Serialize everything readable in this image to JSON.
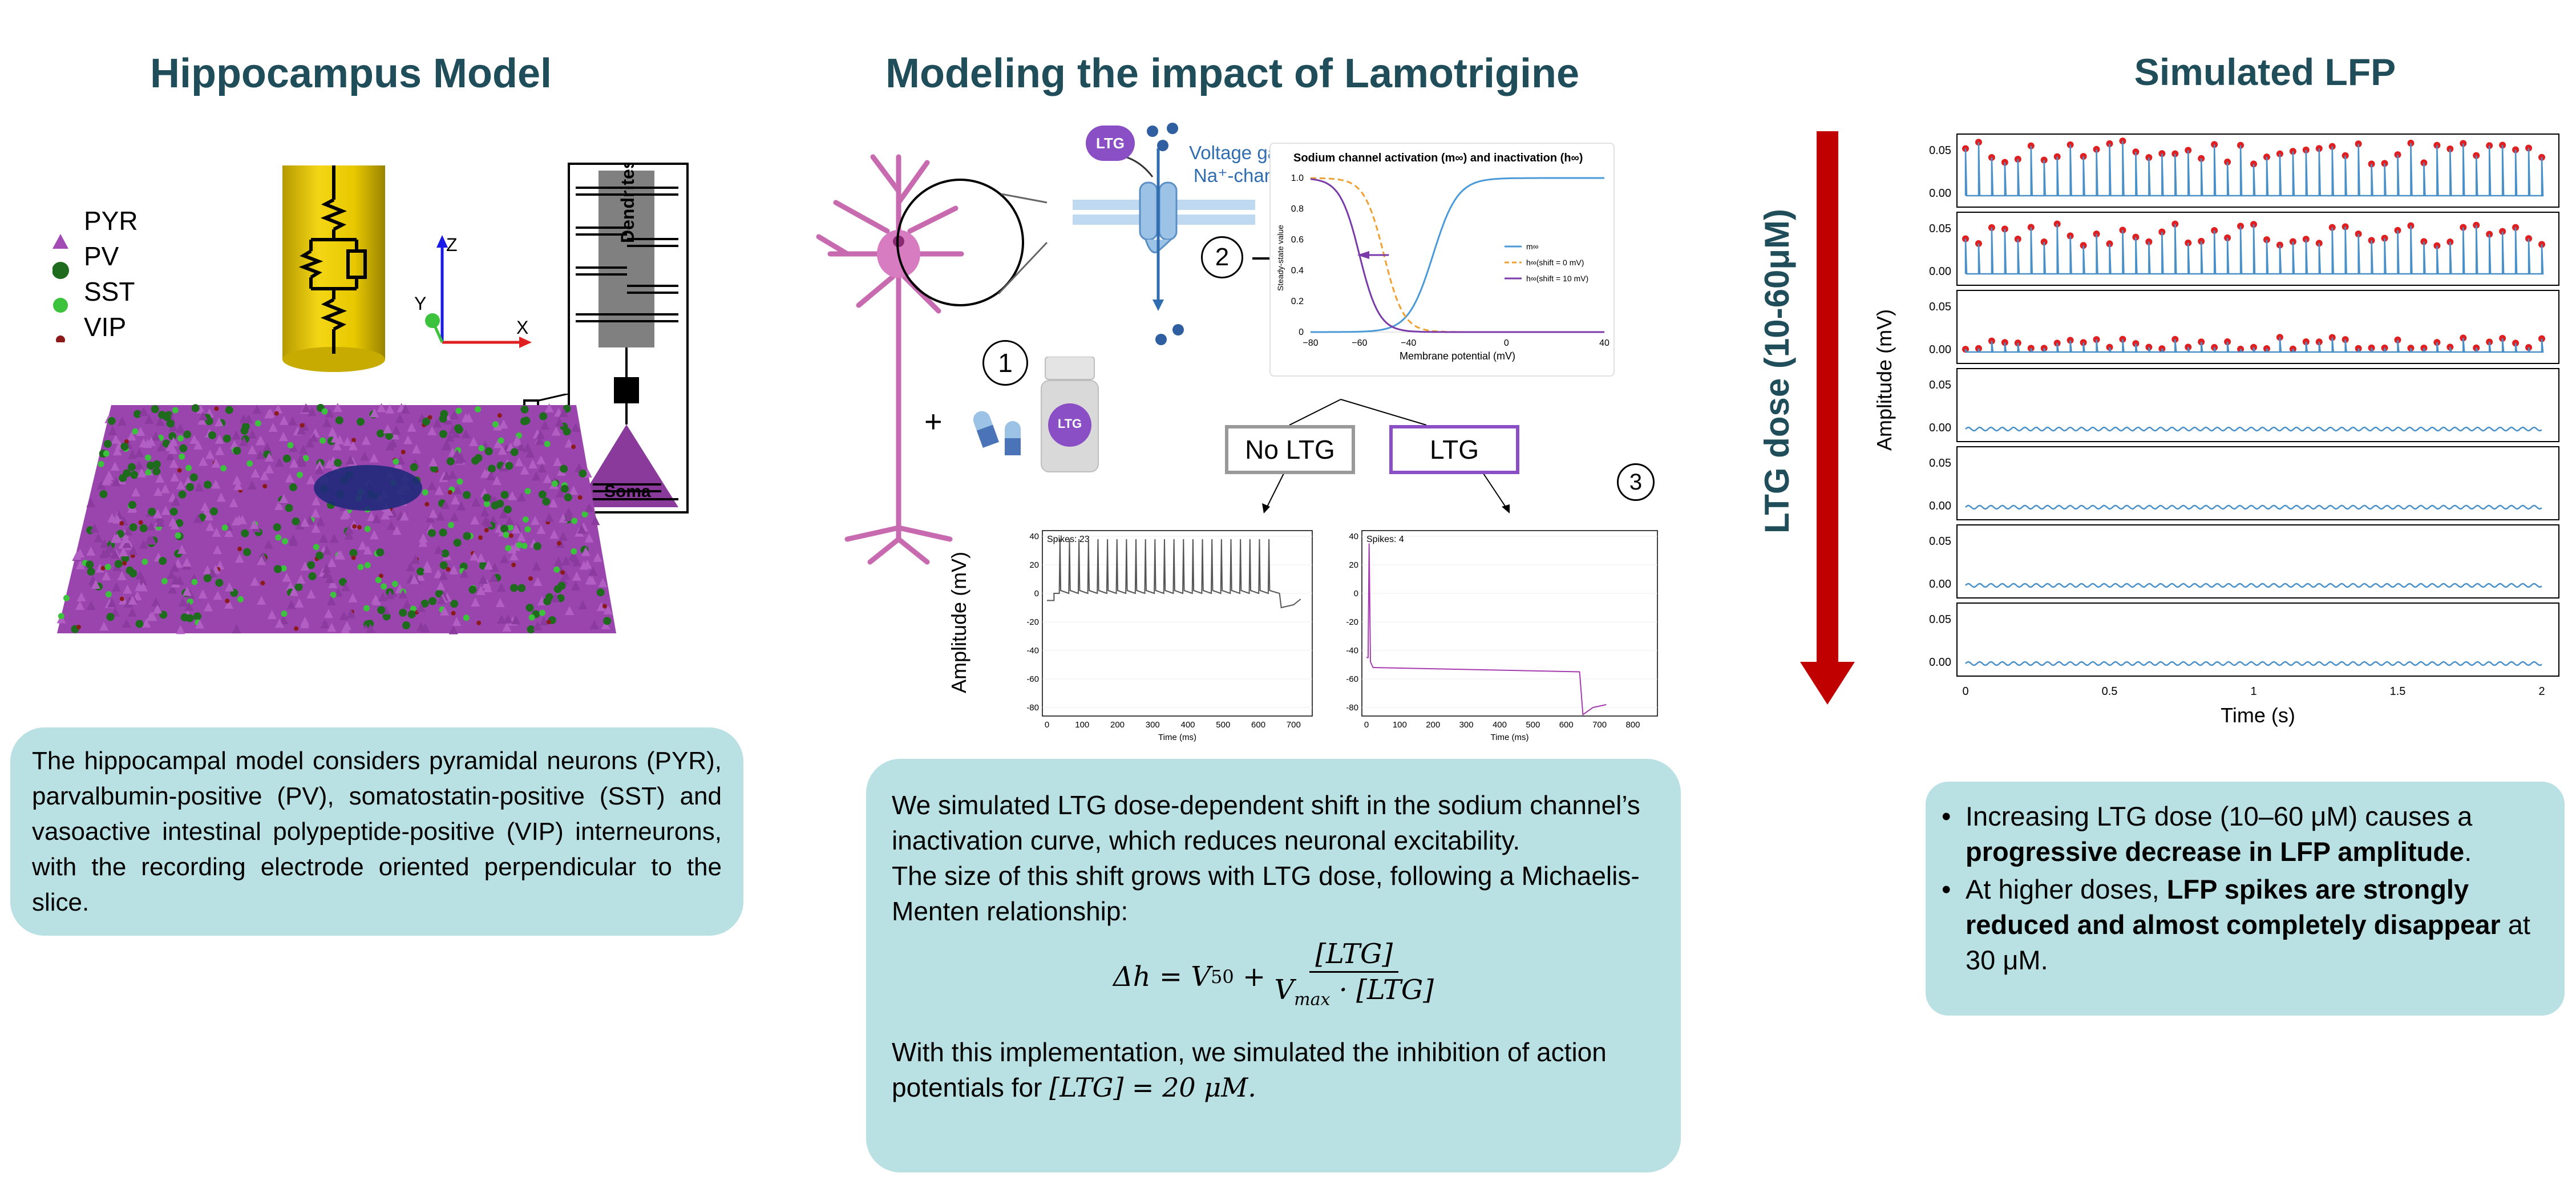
{
  "titles": {
    "left": "Hippocampus Model",
    "middle": "Modeling the impact of Lamotrigine",
    "right": "Simulated LFP"
  },
  "legend": {
    "items": [
      {
        "label": "PYR",
        "color": "#a24bb5",
        "shape": "triangle"
      },
      {
        "label": "PV",
        "color": "#1e6b1e",
        "shape": "circle"
      },
      {
        "label": "SST",
        "color": "#3cc23c",
        "shape": "circle"
      },
      {
        "label": "VIP",
        "color": "#8b1a1a",
        "shape": "circle"
      }
    ]
  },
  "axes_labels": {
    "z": "Z",
    "y": "Y",
    "x": "X"
  },
  "neuron_labels": {
    "dendrites": "Dendrites",
    "soma": "Soma"
  },
  "left_text": "The hippocampal model considers pyramidal neurons (PYR), parvalbumin-positive (PV), somatostatin-positive (SST) and vasoactive intestinal polypeptide-positive (VIP) interneurons, with the recording electrode oriented perpendicular to the slice.",
  "middle_labels": {
    "ltg_badge": "LTG",
    "voltage_gated": "Voltage gated",
    "na_channel": "Na⁺-channel",
    "step1": "1",
    "step2": "2",
    "step3": "3",
    "plus": "+",
    "no_ltg": "No LTG",
    "ltg": "LTG",
    "amplitude_label": "Amplitude (mV)"
  },
  "sodium_chart": {
    "title": "Sodium channel activation (m∞) and inactivation (h∞)",
    "xlabel": "Membrane potential (mV)",
    "ylabel": "Steady-state value",
    "xticks": [
      "−80",
      "−60",
      "−40",
      "0",
      "40"
    ],
    "yticks": [
      "1.0",
      "0.8",
      "0.6",
      "0.4",
      "0.2",
      "0"
    ],
    "legend": [
      "m∞",
      "h∞(shift = 0 mV)",
      "h∞(shift = 10 mV)"
    ]
  },
  "spike_charts": {
    "left": {
      "label": "Spikes: 23",
      "xlabel": "Time (ms)",
      "xticks": [
        "0",
        "100",
        "200",
        "300",
        "400",
        "500",
        "600",
        "700"
      ],
      "yticks": [
        "40",
        "20",
        "0",
        "-20",
        "-40",
        "-60",
        "-80"
      ]
    },
    "right": {
      "label": "Spikes: 4",
      "xlabel": "Time (ms)",
      "xticks": [
        "0",
        "100",
        "200",
        "300",
        "400",
        "500",
        "600",
        "700",
        "800"
      ],
      "yticks": [
        "40",
        "20",
        "0",
        "-20",
        "-40",
        "-60",
        "-80"
      ]
    }
  },
  "middle_text": {
    "p1": "We simulated LTG dose-dependent shift in the sodium channel’s inactivation curve, which reduces neuronal excitability.",
    "p2": "The size of this shift grows with LTG dose, following a Michaelis-Menten relationship:",
    "p3a": "With this implementation, we simulated the inhibition of action potentials for ",
    "p3b": "[LTG] = 20 μM."
  },
  "equation": {
    "lhs": "Δh = V",
    "sub": "50",
    "plus": " + ",
    "num": "[LTG]",
    "den_a": "V",
    "den_sub": "max",
    "den_b": " · [LTG]"
  },
  "dose_arrow": {
    "label": "LTG dose (10-60μM)"
  },
  "lfp": {
    "ylabel": "Amplitude (mV)",
    "xlabel": "Time (s)",
    "xticks": [
      "0",
      "0.5",
      "1",
      "1.5",
      "2"
    ],
    "ytick_top": "0.05",
    "ytick_bottom": "0.00",
    "panels": [
      {
        "spiking": true,
        "level": 1.0
      },
      {
        "spiking": true,
        "level": 0.9
      },
      {
        "spiking": true,
        "level": 0.3
      },
      {
        "spiking": false,
        "level": 0.0
      },
      {
        "spiking": false,
        "level": 0.0
      },
      {
        "spiking": false,
        "level": 0.0
      },
      {
        "spiking": false,
        "level": 0.0
      }
    ]
  },
  "right_text": {
    "b1_a": "Increasing LTG dose (10–60 μM) causes a ",
    "b1_b": "progressive decrease in LFP amplitude",
    "b1_c": ".",
    "b2_a": "At higher doses, ",
    "b2_b": "LFP spikes are strongly reduced and almost completely disappear",
    "b2_c": " at 30 μM."
  },
  "colors": {
    "title": "#1f4e5a",
    "box": "#b9e0e3",
    "arrow": "#c00000",
    "ltg": "#8a4fc4",
    "trace_blue": "#4a90c8",
    "spike_red": "#e02020"
  }
}
